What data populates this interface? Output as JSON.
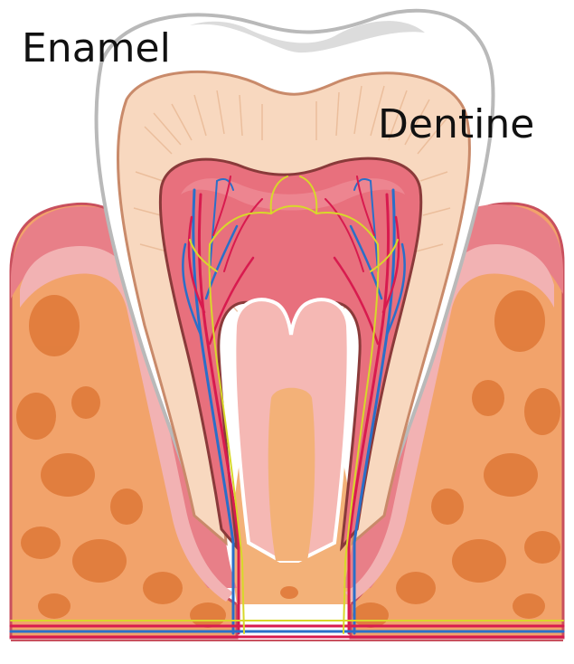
{
  "labels": {
    "enamel": "Enamel",
    "dentine": "Dentine"
  },
  "colors": {
    "enamel": "#ffffff",
    "enamel_outline": "#b9b9b9",
    "enamel_shadow": "#dcdcdc",
    "dentine": "#f8d8bf",
    "dentine_outline": "#c98a6a",
    "pulp": "#e8707d",
    "pulp_outline": "#8a3a3a",
    "gum_outer": "#e87f88",
    "gum_mid": "#f2b2b3",
    "bone": "#f2a36b",
    "bone_spots": "#e07a3a",
    "artery": "#d81b4f",
    "vein": "#2a6fc9",
    "nerve": "#d8d82a"
  },
  "icons": [
    "tooth-crown",
    "blood-vessels",
    "nerves",
    "bone-pores"
  ]
}
